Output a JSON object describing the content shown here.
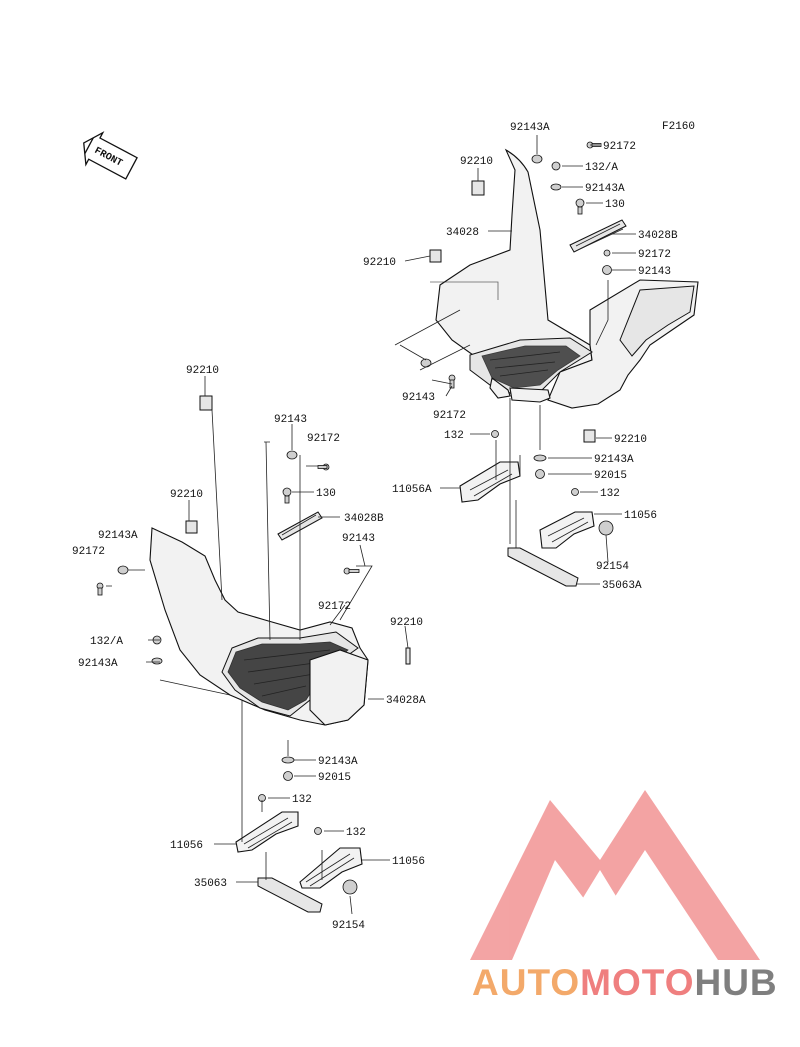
{
  "figure_code": "F2160",
  "front_marker": "FRONT",
  "brand": {
    "part1": "AUTO",
    "part2": "MOTO",
    "part3": "HUB",
    "accent1": "#f3a96a",
    "accent2": "#ef7f7f",
    "accent3": "#7f7f7f"
  },
  "labels": {
    "r_92143A_top": "92143A",
    "r_92172_top": "92172",
    "r_92210_a": "92210",
    "r_132A": "132/A",
    "r_92143A_b": "92143A",
    "r_130": "130",
    "r_34028": "34028",
    "r_34028B": "34028B",
    "r_92210_b": "92210",
    "r_92172_b": "92172",
    "r_92143_a": "92143",
    "r_92143_b": "92143",
    "r_92172_c": "92172",
    "r_132_a": "132",
    "r_92210_c": "92210",
    "r_92143A_c": "92143A",
    "r_92015": "92015",
    "r_11056A": "11056A",
    "r_132_b": "132",
    "r_11056": "11056",
    "r_92154": "92154",
    "r_35063A": "35063A",
    "l_92210_a": "92210",
    "l_92143": "92143",
    "l_92172_a": "92172",
    "l_92210_b": "92210",
    "l_130": "130",
    "l_92143A_a": "92143A",
    "l_34028B": "34028B",
    "l_92143_b": "92143",
    "l_92172_b": "92172",
    "l_92172_c": "92172",
    "l_92210_c": "92210",
    "l_132A": "132/A",
    "l_92143A_b": "92143A",
    "l_34028A": "34028A",
    "l_92143A_c": "92143A",
    "l_92015": "92015",
    "l_132_a": "132",
    "l_11056_a": "11056",
    "l_132_b": "132",
    "l_11056_b": "11056",
    "l_35063": "35063",
    "l_92154": "92154"
  }
}
